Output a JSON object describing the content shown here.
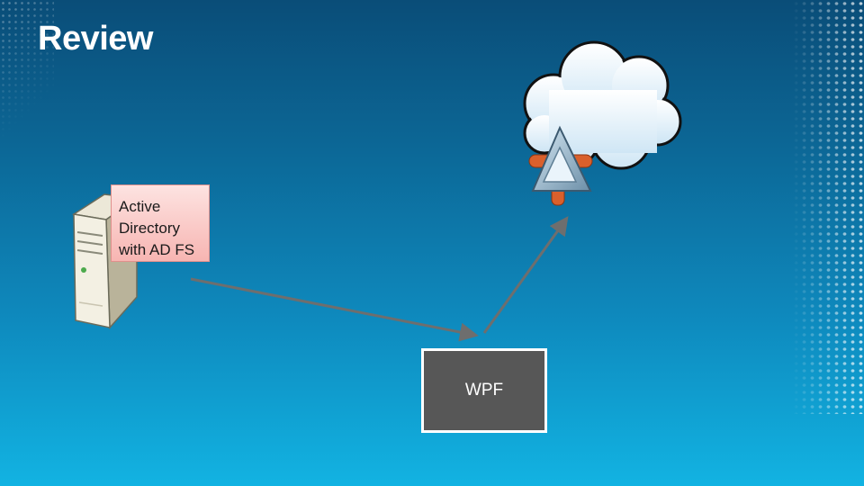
{
  "slide": {
    "title": "Review"
  },
  "diagram": {
    "ad_server_label": "Active\nDirectory\nwith AD FS",
    "client_label": "WPF",
    "server_icon": "server-icon",
    "cloud_icon": "cloud-service-icon",
    "connector_icon": "federation-connector-icon"
  },
  "colors": {
    "background_top": "#0a4d78",
    "background_bottom": "#12b3e2",
    "label_fill": "#f7b5b2",
    "wpf_box_fill": "#575757",
    "arrow": "#6e6e6e"
  }
}
